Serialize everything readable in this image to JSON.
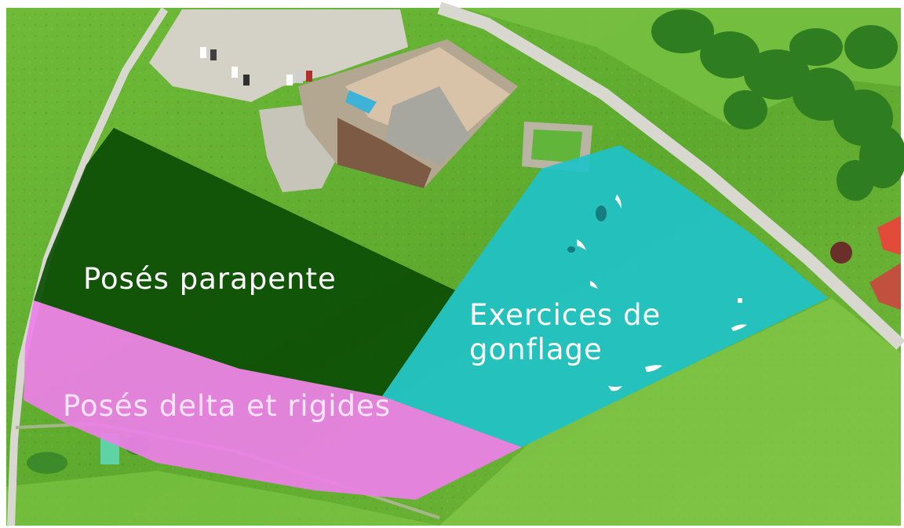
{
  "map": {
    "zones": [
      {
        "id": "paragliding-landing",
        "label": "Posés parapente",
        "color": "#0b4d05"
      },
      {
        "id": "inflation-exercises",
        "label_lines": [
          "Exercices de",
          "gonflage"
        ],
        "color": "#1fc2c9"
      },
      {
        "id": "delta-rigid-landing",
        "label": "Posés delta et rigides",
        "color": "#ee7fe9"
      }
    ],
    "colors": {
      "grass": "#5eaa2e",
      "grass_light": "#7cc443",
      "road": "#d8d8d0",
      "building_roof": "#c8b7a0",
      "trees": "#2f7d21"
    }
  }
}
